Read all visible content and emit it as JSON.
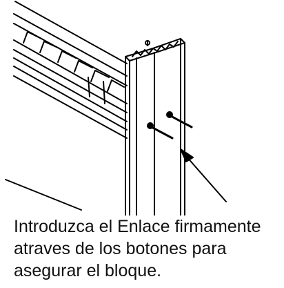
{
  "caption": {
    "lines": [
      "Introduzca el Enlace firmamente",
      "atraves de los botones para",
      "asegurar el bloque."
    ]
  },
  "illustration": {
    "stroke_color": "#000000",
    "background_color": "#ffffff"
  }
}
